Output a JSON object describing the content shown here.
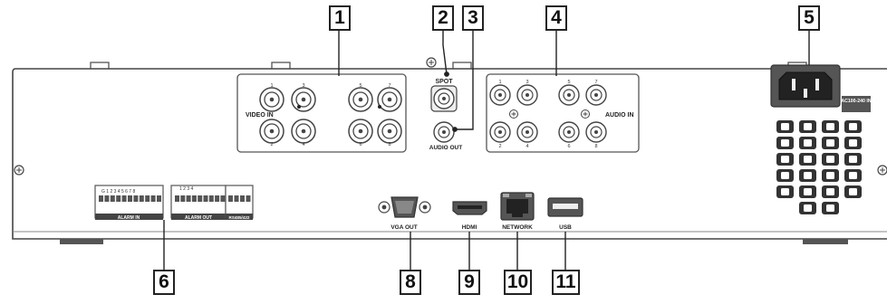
{
  "callouts": [
    "1",
    "2",
    "3",
    "4",
    "5",
    "6",
    "8",
    "9",
    "10",
    "11"
  ],
  "labels": {
    "video_in": "VIDEO IN",
    "spot": "SPOT",
    "audio_out": "AUDIO OUT",
    "audio_in": "AUDIO IN",
    "power_rating": "AC100-240 IN",
    "alarm_in": "ALARM IN",
    "alarm_out": "ALARM OUT",
    "rs485": "RS485/422",
    "vga_out": "VGA OUT",
    "hdmi": "HDMI",
    "network": "NETWORK",
    "usb": "USB"
  },
  "video_channels": [
    "1",
    "2",
    "3",
    "4",
    "5",
    "6",
    "7",
    "8"
  ],
  "audio_channels": [
    "1",
    "2",
    "3",
    "4",
    "5",
    "6",
    "7",
    "8"
  ],
  "alarm_in_pins": "G 1 2 3 4 5 6 7 8",
  "alarm_out_pins": "1 2 3 4"
}
